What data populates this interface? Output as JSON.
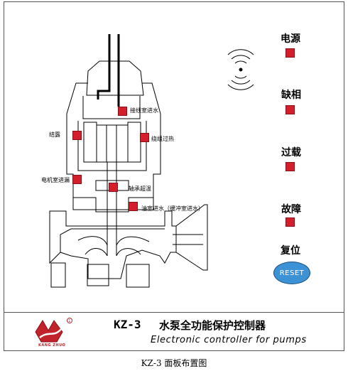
{
  "indicators": [
    {
      "id": "power",
      "label": "电源"
    },
    {
      "id": "phase_loss",
      "label": "缺相"
    },
    {
      "id": "overload",
      "label": "过载"
    },
    {
      "id": "fault",
      "label": "故障"
    }
  ],
  "reset": {
    "label": "复位",
    "button_text": "RESET"
  },
  "pump_labels": {
    "junction_box_water": "接线室进水",
    "condensation": "结露",
    "winding_overheat": "绕组过热",
    "motor_water_leak": "电机室进漏",
    "bearing_overtemp": "轴承超温",
    "oil_chamber_water": "油室进水（缓冲室进水）"
  },
  "footer": {
    "brand": "KANG ZHUO",
    "model": "KZ-3",
    "title_cn": "水泵全功能保护控制器",
    "title_en": "Electronic controller for pumps"
  },
  "caption": "KZ-3 面板布置图",
  "colors": {
    "indicator": "#d31f2c",
    "reset_button": "#3c92d4",
    "logo": "#c2232b",
    "line": "#000000"
  }
}
